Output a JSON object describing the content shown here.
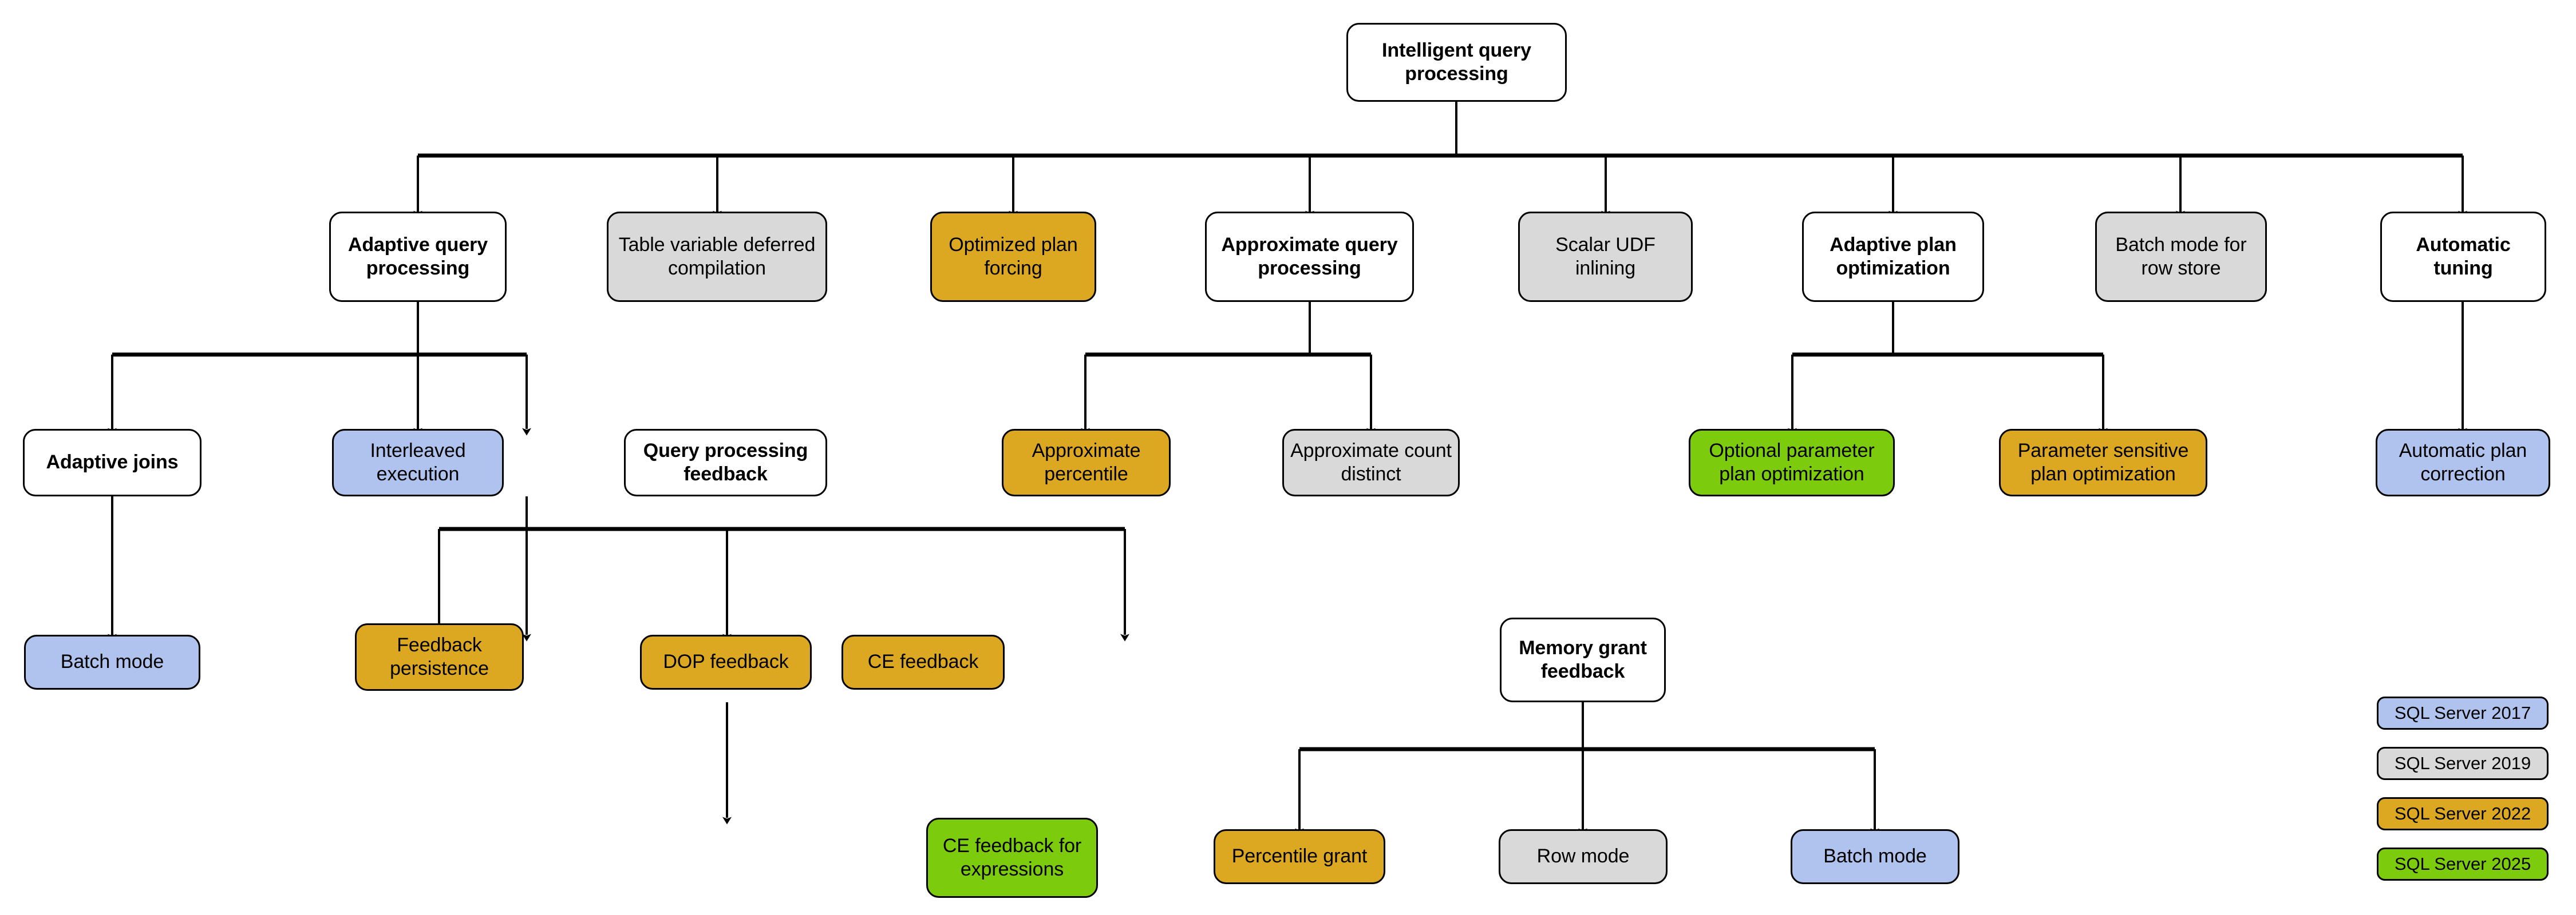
{
  "diagram": {
    "title": "Intelligent query processing",
    "type": "tree-hierarchy",
    "background": "#ffffff",
    "palette": {
      "white": "#ffffff",
      "gray": "#d9d9d9",
      "orange": "#dca821",
      "blue": "#b0c3ef",
      "green": "#7ccc0d",
      "stroke": "#000000"
    }
  },
  "nodes": {
    "root": {
      "label": "Intelligent query processing",
      "fill": "white"
    },
    "adaptive_query_processing": {
      "label": "Adaptive query processing",
      "fill": "white"
    },
    "table_variable_deferred_compilation": {
      "label": "Table variable deferred compilation",
      "fill": "gray"
    },
    "optimized_plan_forcing": {
      "label": "Optimized plan forcing",
      "fill": "orange"
    },
    "approximate_query_processing": {
      "label": "Approximate query processing",
      "fill": "white"
    },
    "scalar_udf_inlining": {
      "label": "Scalar UDF inlining",
      "fill": "gray"
    },
    "adaptive_plan_optimization": {
      "label": "Adaptive plan optimization",
      "fill": "white"
    },
    "batch_mode_for_row_store": {
      "label": "Batch mode for row store",
      "fill": "gray"
    },
    "automatic_tuning": {
      "label": "Automatic tuning",
      "fill": "white"
    },
    "adaptive_joins": {
      "label": "Adaptive joins",
      "fill": "white"
    },
    "interleaved_execution": {
      "label": "Interleaved execution",
      "fill": "blue"
    },
    "query_processing_feedback": {
      "label": "Query processing feedback",
      "fill": "white"
    },
    "approximate_percentile": {
      "label": "Approximate percentile",
      "fill": "orange"
    },
    "approximate_count_distinct": {
      "label": "Approximate count distinct",
      "fill": "gray"
    },
    "optional_parameter_plan_optimization": {
      "label": "Optional parameter plan optimization",
      "fill": "green"
    },
    "parameter_sensitive_plan_optimization": {
      "label": "Parameter sensitive plan optimization",
      "fill": "orange"
    },
    "automatic_plan_correction": {
      "label": "Automatic plan correction",
      "fill": "blue"
    },
    "batch_mode": {
      "label": "Batch mode",
      "fill": "blue"
    },
    "feedback_persistence": {
      "label": "Feedback persistence",
      "fill": "orange"
    },
    "dop_feedback": {
      "label": "DOP feedback",
      "fill": "orange"
    },
    "ce_feedback": {
      "label": "CE feedback",
      "fill": "orange"
    },
    "memory_grant_feedback": {
      "label": "Memory grant feedback",
      "fill": "white"
    },
    "ce_feedback_for_expressions": {
      "label": "CE feedback for expressions",
      "fill": "green"
    },
    "percentile_grant": {
      "label": "Percentile grant",
      "fill": "orange"
    },
    "row_mode": {
      "label": "Row mode",
      "fill": "gray"
    },
    "batch_mode_mgf": {
      "label": "Batch mode",
      "fill": "blue"
    }
  },
  "edges": [
    {
      "from": "root",
      "to": "adaptive_query_processing"
    },
    {
      "from": "root",
      "to": "table_variable_deferred_compilation"
    },
    {
      "from": "root",
      "to": "optimized_plan_forcing"
    },
    {
      "from": "root",
      "to": "approximate_query_processing"
    },
    {
      "from": "root",
      "to": "scalar_udf_inlining"
    },
    {
      "from": "root",
      "to": "adaptive_plan_optimization"
    },
    {
      "from": "root",
      "to": "batch_mode_for_row_store"
    },
    {
      "from": "root",
      "to": "automatic_tuning"
    },
    {
      "from": "adaptive_query_processing",
      "to": "adaptive_joins"
    },
    {
      "from": "adaptive_query_processing",
      "to": "interleaved_execution"
    },
    {
      "from": "adaptive_query_processing",
      "to": "query_processing_feedback"
    },
    {
      "from": "approximate_query_processing",
      "to": "approximate_percentile"
    },
    {
      "from": "approximate_query_processing",
      "to": "approximate_count_distinct"
    },
    {
      "from": "adaptive_plan_optimization",
      "to": "optional_parameter_plan_optimization"
    },
    {
      "from": "adaptive_plan_optimization",
      "to": "parameter_sensitive_plan_optimization"
    },
    {
      "from": "automatic_tuning",
      "to": "automatic_plan_correction"
    },
    {
      "from": "adaptive_joins",
      "to": "batch_mode"
    },
    {
      "from": "query_processing_feedback",
      "to": "feedback_persistence"
    },
    {
      "from": "query_processing_feedback",
      "to": "dop_feedback"
    },
    {
      "from": "query_processing_feedback",
      "to": "ce_feedback"
    },
    {
      "from": "query_processing_feedback",
      "to": "memory_grant_feedback"
    },
    {
      "from": "ce_feedback",
      "to": "ce_feedback_for_expressions"
    },
    {
      "from": "memory_grant_feedback",
      "to": "percentile_grant"
    },
    {
      "from": "memory_grant_feedback",
      "to": "row_mode"
    },
    {
      "from": "memory_grant_feedback",
      "to": "batch_mode_mgf"
    }
  ],
  "legend": {
    "items": [
      {
        "label": "SQL Server 2017",
        "fill": "blue"
      },
      {
        "label": "SQL Server 2019",
        "fill": "gray"
      },
      {
        "label": "SQL Server 2022",
        "fill": "orange"
      },
      {
        "label": "SQL Server 2025",
        "fill": "green"
      }
    ]
  }
}
